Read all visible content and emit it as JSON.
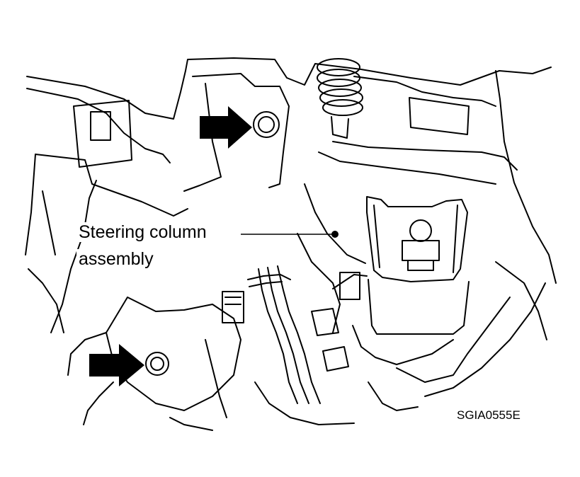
{
  "callout": {
    "line1": "Steering column",
    "line2": "assembly"
  },
  "figure_code": "SGIA0555E",
  "colors": {
    "line": "#000000",
    "background": "#ffffff"
  },
  "icons": [
    "arrow-right-icon",
    "arrow-right-icon"
  ]
}
